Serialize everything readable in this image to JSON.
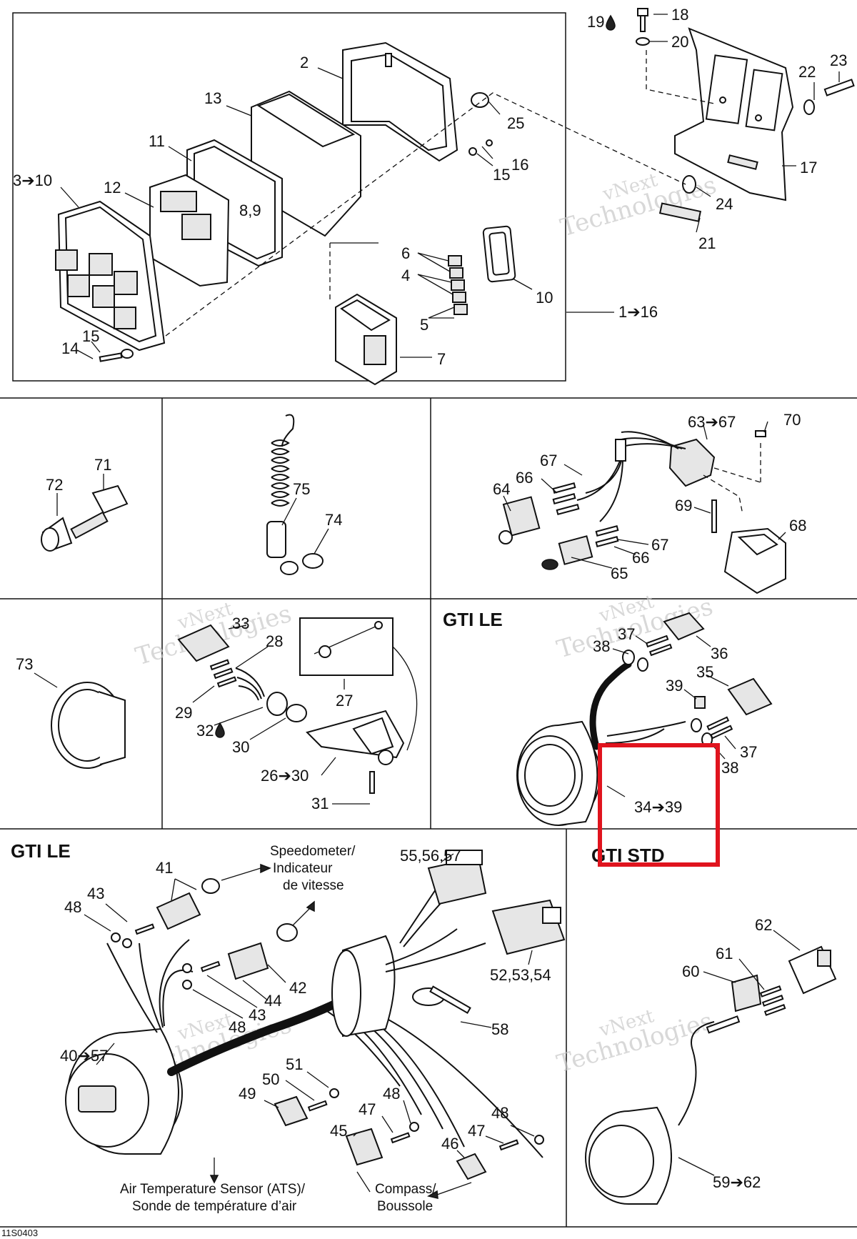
{
  "diagram_code": "11S0403",
  "sections": {
    "gti_le_gauge_title": "GTI LE",
    "gti_le_harness_title": "GTI LE",
    "gti_std_title": "GTI STD"
  },
  "notes": {
    "speedometer": [
      "Speedometer/",
      "Indicateur",
      "de vitesse"
    ],
    "ats": [
      "Air Temperature Sensor (ATS)/",
      "Sonde de température d’air"
    ],
    "compass": [
      "Compass/",
      "Boussole"
    ]
  },
  "watermark": [
    "vNext",
    "Technologies"
  ],
  "highlight_color": "#e0141e",
  "callouts": {
    "c18": "18",
    "c19": "19",
    "c20": "20",
    "c22": "22",
    "c23": "23",
    "c2": "2",
    "c13": "13",
    "c25": "25",
    "c11": "11",
    "c16": "16",
    "c15a": "15",
    "c3_10": "3➔10",
    "c12": "12",
    "c8_9": "8,9",
    "c24": "24",
    "c17": "17",
    "c21": "21",
    "c6": "6",
    "c4": "4",
    "c10": "10",
    "c5": "5",
    "c1_16": "1➔16",
    "c15b": "15",
    "c14": "14",
    "c7": "7",
    "c71": "71",
    "c72": "72",
    "c75": "75",
    "c74": "74",
    "c63_67": "63➔67",
    "c70": "70",
    "c67a": "67",
    "c66a": "66",
    "c64": "64",
    "c69": "69",
    "c68": "68",
    "c67b": "67",
    "c66b": "66",
    "c65": "65",
    "c73": "73",
    "c33": "33",
    "c28": "28",
    "c27": "27",
    "c29": "29",
    "c32": "32",
    "c30": "30",
    "c26_30": "26➔30",
    "c31": "31",
    "c37a": "37",
    "c38a": "38",
    "c36": "36",
    "c35": "35",
    "c39": "39",
    "c37b": "37",
    "c38b": "38",
    "c34_39": "34➔39",
    "c41": "41",
    "c43a": "43",
    "c48a": "48",
    "c55_57": "55,56,57",
    "c52_54": "52,53,54",
    "c44": "44",
    "c42": "42",
    "c43b": "43",
    "c48b": "48",
    "c58": "58",
    "c40_57": "40➔57",
    "c51": "51",
    "c50": "50",
    "c49": "49",
    "c48c": "48",
    "c47a": "47",
    "c45": "45",
    "c46": "46",
    "c47b": "47",
    "c48d": "48",
    "c62": "62",
    "c61": "61",
    "c60": "60",
    "c59_62": "59➔62"
  }
}
